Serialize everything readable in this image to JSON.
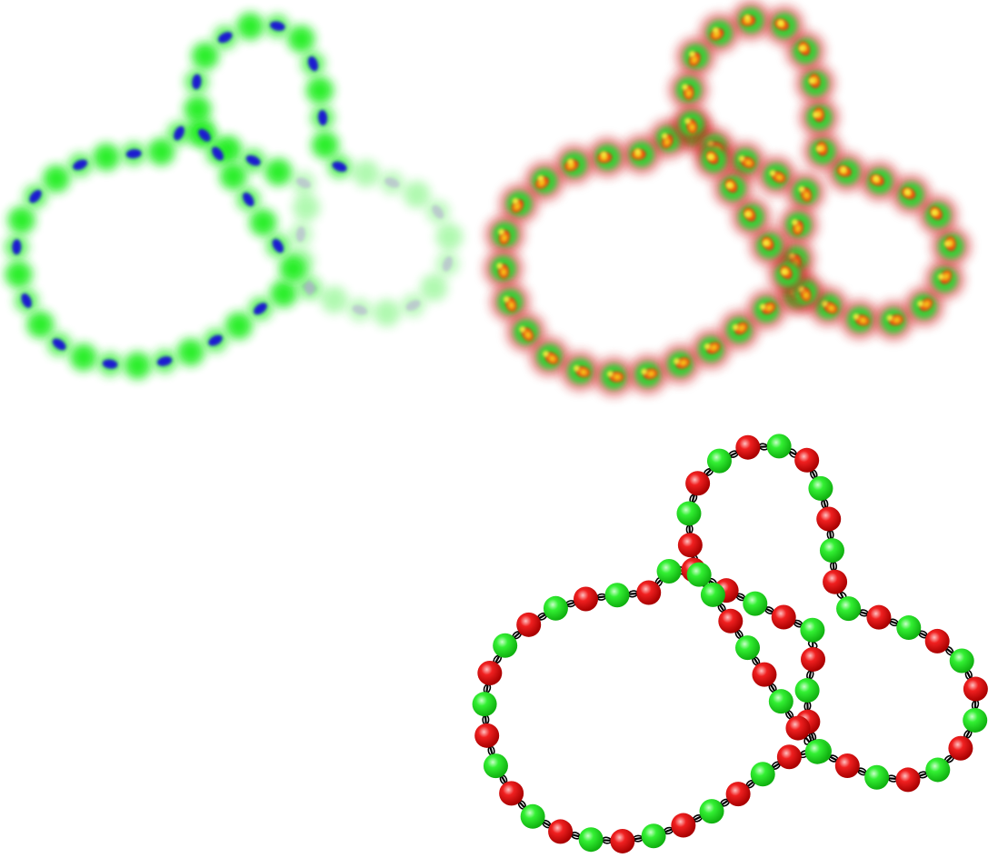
{
  "colors": {
    "background": "#ffffff",
    "bead_green": "#22ee22",
    "bead_red": "#ee1111",
    "bead_blue": "#1a1ad0",
    "bead_core_yellow": "#e8e020",
    "bead_core_orange": "#f05a10",
    "chain_line": "#000000"
  },
  "panels": [
    {
      "id": "blurred-green-blue",
      "style": "blurred glow",
      "bead_colors": [
        "green",
        "blue"
      ]
    },
    {
      "id": "blurred-red-green",
      "style": "blurred glow",
      "bead_colors": [
        "green",
        "red"
      ]
    },
    {
      "id": "sharp-red-green",
      "style": "sharp spheres with connecting chain",
      "bead_colors": [
        "green",
        "red"
      ]
    }
  ]
}
